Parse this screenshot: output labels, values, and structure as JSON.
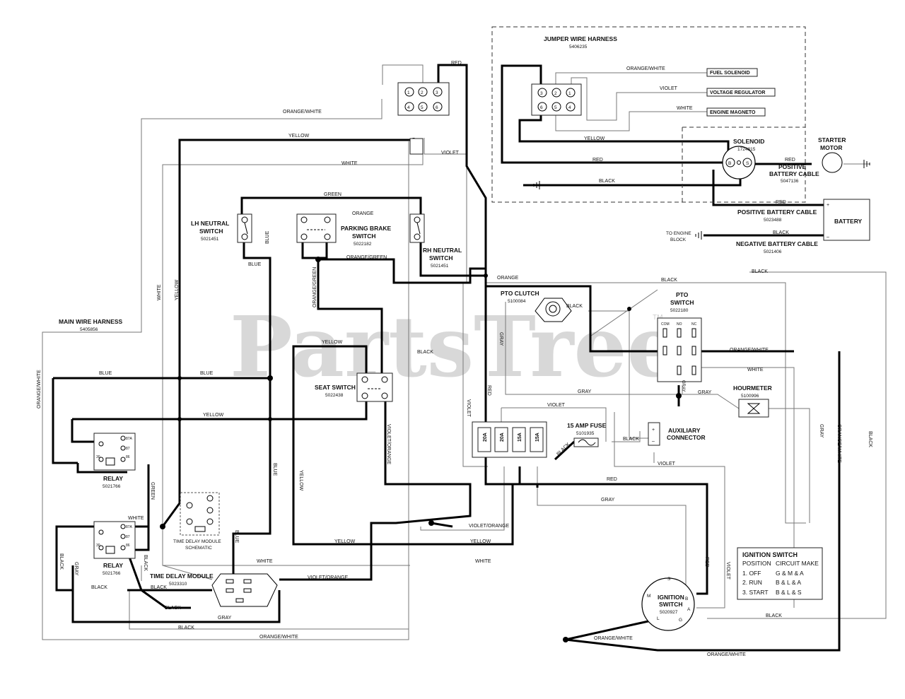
{
  "watermark": "PartsTree",
  "trademark": "TM",
  "jumper_harness": {
    "title": "JUMPER WIRE HARNESS",
    "part": "5406235"
  },
  "connector_top": [
    "1",
    "2",
    "3",
    "4",
    "5",
    "6"
  ],
  "connector_jumper": [
    "3",
    "2",
    "1",
    "6",
    "5",
    "4"
  ],
  "jumper_targets": [
    {
      "wire": "ORANGE/WHITE",
      "label": "FUEL SOLENOID"
    },
    {
      "wire": "VIOLET",
      "label": "VOLTAGE REGULATOR"
    },
    {
      "wire": "WHITE",
      "label": "ENGINE MAGNETO"
    }
  ],
  "solenoid": {
    "title": "SOLENOID",
    "part": "1724815",
    "terminals": [
      "B",
      "S"
    ]
  },
  "starter": {
    "title1": "STARTER",
    "title2": "MOTOR"
  },
  "pos_cable_1": {
    "title1": "POSITIVE",
    "title2": "BATTERY CABLE",
    "part": "5047136"
  },
  "pos_cable_2": {
    "title": "POSITIVE BATTERY CABLE",
    "part": "5023488"
  },
  "neg_cable": {
    "title": "NEGATIVE BATTERY CABLE",
    "part": "5021406"
  },
  "battery": {
    "title": "BATTERY",
    "plus": "+",
    "minus": "–"
  },
  "engine_block": {
    "line1": "TO ENGINE",
    "line2": "BLOCK"
  },
  "lh_neutral": {
    "title1": "LH NEUTRAL",
    "title2": "SWITCH",
    "part": "5021451"
  },
  "parking_brake": {
    "title1": "PARKING BRAKE",
    "title2": "SWITCH",
    "part": "5022182"
  },
  "rh_neutral": {
    "title1": "RH NEUTRAL",
    "title2": "SWITCH",
    "part": "5021451"
  },
  "main_harness": {
    "title": "MAIN WIRE HARNESS",
    "part": "5405856"
  },
  "pto_clutch": {
    "title": "PTO CLUTCH",
    "part": "5100084"
  },
  "pto_switch": {
    "title1": "PTO",
    "title2": "SWITCH",
    "part": "5022180",
    "cols": [
      "COM",
      "NO",
      "NC"
    ]
  },
  "seat_switch": {
    "title": "SEAT SWITCH",
    "part": "5022438"
  },
  "hourmeter": {
    "title": "HOURMETER",
    "part": "5100996"
  },
  "fuses": [
    "20A",
    "20A",
    "15A",
    "15A"
  ],
  "fuse_15": {
    "title": "15 AMP FUSE",
    "part": "5101935"
  },
  "aux_connector": {
    "title1": "AUXILIARY",
    "title2": "CONNECTOR",
    "plus": "+",
    "minus": "–"
  },
  "relay1": {
    "title": "RELAY",
    "part": "5021766"
  },
  "relay2": {
    "title": "RELAY",
    "part": "5021766"
  },
  "relay_pins": {
    "87a": "87A",
    "87": "87",
    "30": "30",
    "85": "85",
    "86": "86"
  },
  "tdm_schematic": {
    "line1": "TIME DELAY MODULE",
    "line2": "SCHEMATIC"
  },
  "tdm": {
    "title": "TIME DELAY MODULE",
    "part": "5023310"
  },
  "ignition": {
    "title1": "IGNITION",
    "title2": "SWITCH",
    "part": "5020927",
    "terminals": [
      "S",
      "M",
      "B",
      "A",
      "L",
      "G"
    ]
  },
  "ignition_table": {
    "title": "IGNITION SWITCH",
    "header": [
      "POSITION",
      "CIRCUIT MAKE"
    ],
    "rows": [
      [
        "1. OFF",
        "G & M & A"
      ],
      [
        "2. RUN",
        "B & L & A"
      ],
      [
        "3. START",
        "B & L & S"
      ]
    ]
  },
  "wire_labels": {
    "red": "RED",
    "orange_white": "ORANGE/WHITE",
    "yellow": "YELLOW",
    "violet": "VIOLET",
    "white": "WHITE",
    "green": "GREEN",
    "orange": "ORANGE",
    "blue": "BLUE",
    "orange_green": "ORANGE/GREEN",
    "black": "BLACK",
    "gray": "GRAY",
    "violet_orange": "VIOLET/ORANGE"
  }
}
